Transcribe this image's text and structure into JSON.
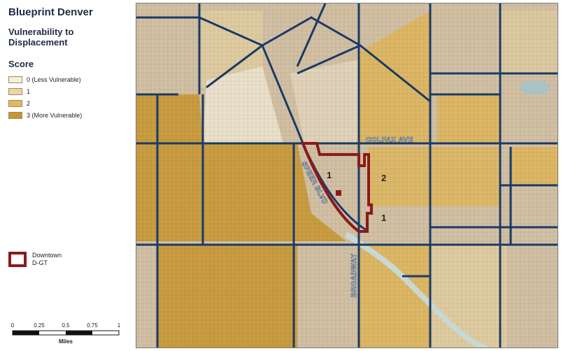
{
  "legend": {
    "title": "Blueprint Denver",
    "subtitle": "Vulnerability to Displacement",
    "score_heading": "Score",
    "scores": [
      {
        "label": "0  (Less Vulnerable)",
        "color": "#f6efd9"
      },
      {
        "label": "1",
        "color": "#ecd7a3"
      },
      {
        "label": "2",
        "color": "#e2b95c"
      },
      {
        "label": "3  (More Vulnerable)",
        "color": "#c8962e"
      }
    ],
    "district": {
      "label_line1": "Downtown",
      "label_line2": "D-GT",
      "color": "#8b1a1a"
    },
    "scale": {
      "ticks": [
        "0",
        "0.25",
        "0.5",
        "0.75",
        "1"
      ],
      "units": "Miles"
    }
  },
  "map": {
    "streets": {
      "colfax": "COLFAX AVE",
      "speer": "SPEER BLVD",
      "broadway": "BROADWAY"
    },
    "score_labels": {
      "left_district": "1",
      "east_of_broadway": "2",
      "south_east": "1"
    },
    "colors": {
      "road": "#1a3a66",
      "river": "#c9d8d4",
      "district": "#8b1a1a"
    }
  }
}
